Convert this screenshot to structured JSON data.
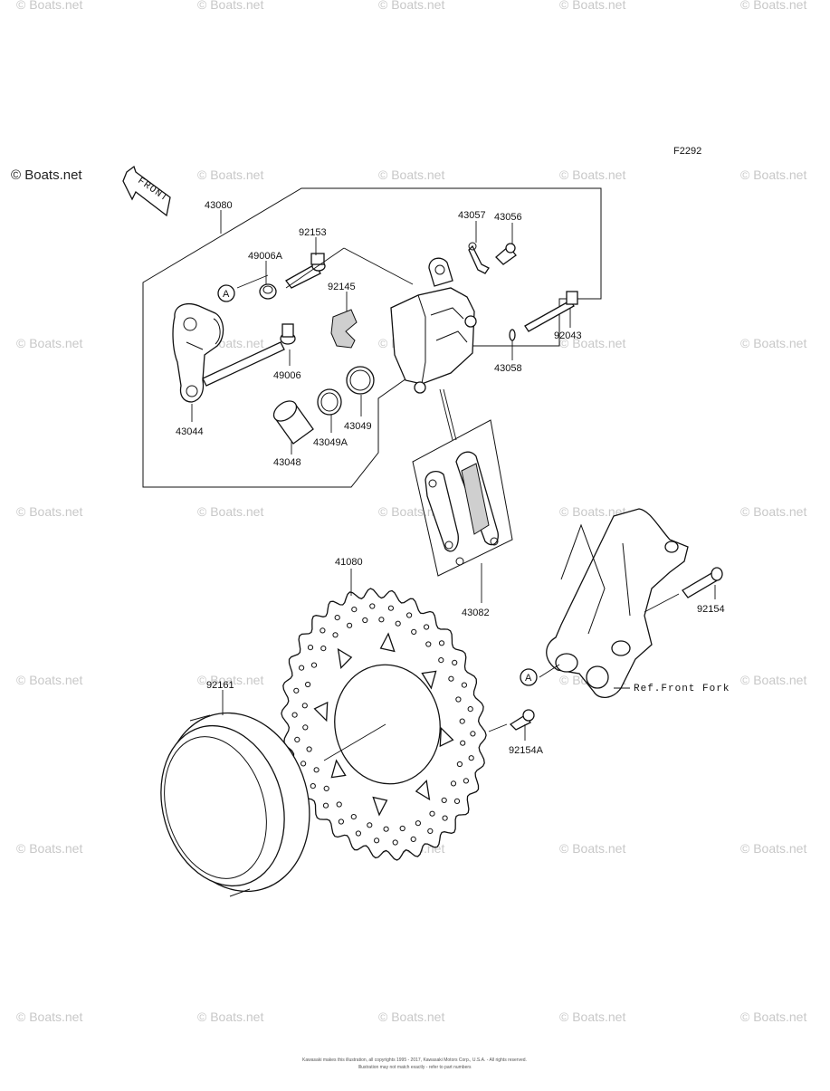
{
  "brand": "© Boats.net",
  "watermark_text": "© Boats.net",
  "figure_code": "F2292",
  "front_arrow_label": "FRONT",
  "reference_label": "Ref.Front Fork",
  "ref_marker": "A",
  "footer_line1": "Kawasaki makes this illustration, all copyrights 1995 - 2017, Kawasaki Motors Corp., U.S.A. - All rights reserved.",
  "footer_line2": "Illustration may not match exactly - refer to part numbers",
  "part_labels": {
    "p43080": "43080",
    "p92153": "92153",
    "p49006A": "49006A",
    "p92145": "92145",
    "p43057": "43057",
    "p43056": "43056",
    "p92043": "92043",
    "p43058": "43058",
    "p49006": "49006",
    "p43044": "43044",
    "p43049": "43049",
    "p43049A": "43049A",
    "p43048": "43048",
    "p41080": "41080",
    "p43082": "43082",
    "p92154": "92154",
    "p92161": "92161",
    "p92154A": "92154A"
  },
  "colors": {
    "line": "#111111",
    "watermark": "#c8c8c8",
    "background": "#ffffff"
  }
}
